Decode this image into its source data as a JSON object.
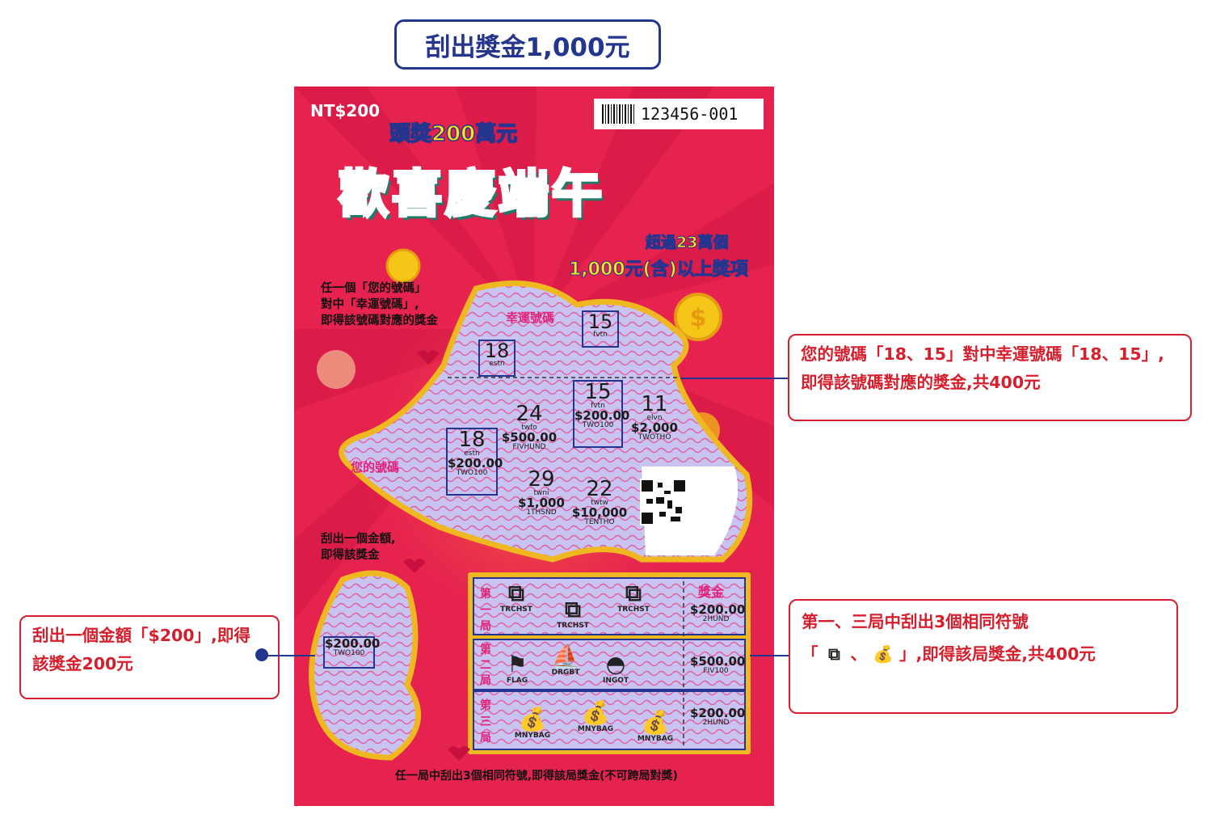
{
  "header": {
    "title": "刮出獎金1,000元"
  },
  "ticket": {
    "price": "NT$200",
    "serial": "123456-001",
    "jackpot": "頭獎200萬元",
    "game_name": "歡喜慶端午",
    "promo_line1": "超過23萬個",
    "promo_line2": "1,000元(含)以上獎項",
    "rule_numbers": [
      "任一個「您的號碼」",
      "對中「幸運號碼」,",
      "即得該號碼對應的獎金"
    ],
    "rule_amount": [
      "刮出一個金額,",
      "即得該獎金"
    ],
    "rule_games": "任一局中刮出3個相同符號,即得該局獎金(不可跨局對獎)",
    "lucky_label": "幸運號碼",
    "your_label": "您的號碼",
    "lucky_numbers": [
      {
        "num": "18",
        "word": "estn"
      },
      {
        "num": "15",
        "word": "fvtn"
      }
    ],
    "your_numbers": [
      {
        "num": "18",
        "word": "estn",
        "prize": "$200.00",
        "prize_word": "TWO100"
      },
      {
        "num": "24",
        "word": "twfo",
        "prize": "$500.00",
        "prize_word": "FIVHUND"
      },
      {
        "num": "15",
        "word": "fvtn",
        "prize": "$200.00",
        "prize_word": "TWO100"
      },
      {
        "num": "11",
        "word": "elvn",
        "prize": "$2,000",
        "prize_word": "TWOTHO"
      },
      {
        "num": "29",
        "word": "twni",
        "prize": "$1,000",
        "prize_word": "1THSND"
      },
      {
        "num": "22",
        "word": "twtw",
        "prize": "$10,000",
        "prize_word": "TENTHO"
      }
    ],
    "amount_area": {
      "prize": "$200.00",
      "prize_word": "TWO100"
    },
    "prize_header": "獎金",
    "rounds": [
      {
        "label": [
          "第",
          "一",
          "局"
        ],
        "symbols": [
          "TRCHST",
          "TRCHST",
          "TRCHST"
        ],
        "prize": "$200.00",
        "prize_word": "2HUND"
      },
      {
        "label": [
          "第",
          "二",
          "局"
        ],
        "symbols": [
          "FLAG",
          "DRGBT",
          "INGOT"
        ],
        "prize": "$500.00",
        "prize_word": "FIV100"
      },
      {
        "label": [
          "第",
          "三",
          "局"
        ],
        "symbols": [
          "MNYBAG",
          "MNYBAG",
          "MNYBAG"
        ],
        "prize": "$200.00",
        "prize_word": "2HUND"
      }
    ]
  },
  "callouts": {
    "numbers": "您的號碼「18、15」對中幸運號碼「18、15」,即得該號碼對應的獎金,共400元",
    "amount": "刮出一個金額「$200」,即得該獎金200元",
    "games_prefix": "第一、三局中刮出3個相同符號",
    "games_suffix": "」,即得該局獎金,共400元"
  },
  "colors": {
    "accent": "#d61f2d",
    "navy": "#24358f",
    "ticket_red": "#e6224e",
    "gold": "#f0b820"
  }
}
